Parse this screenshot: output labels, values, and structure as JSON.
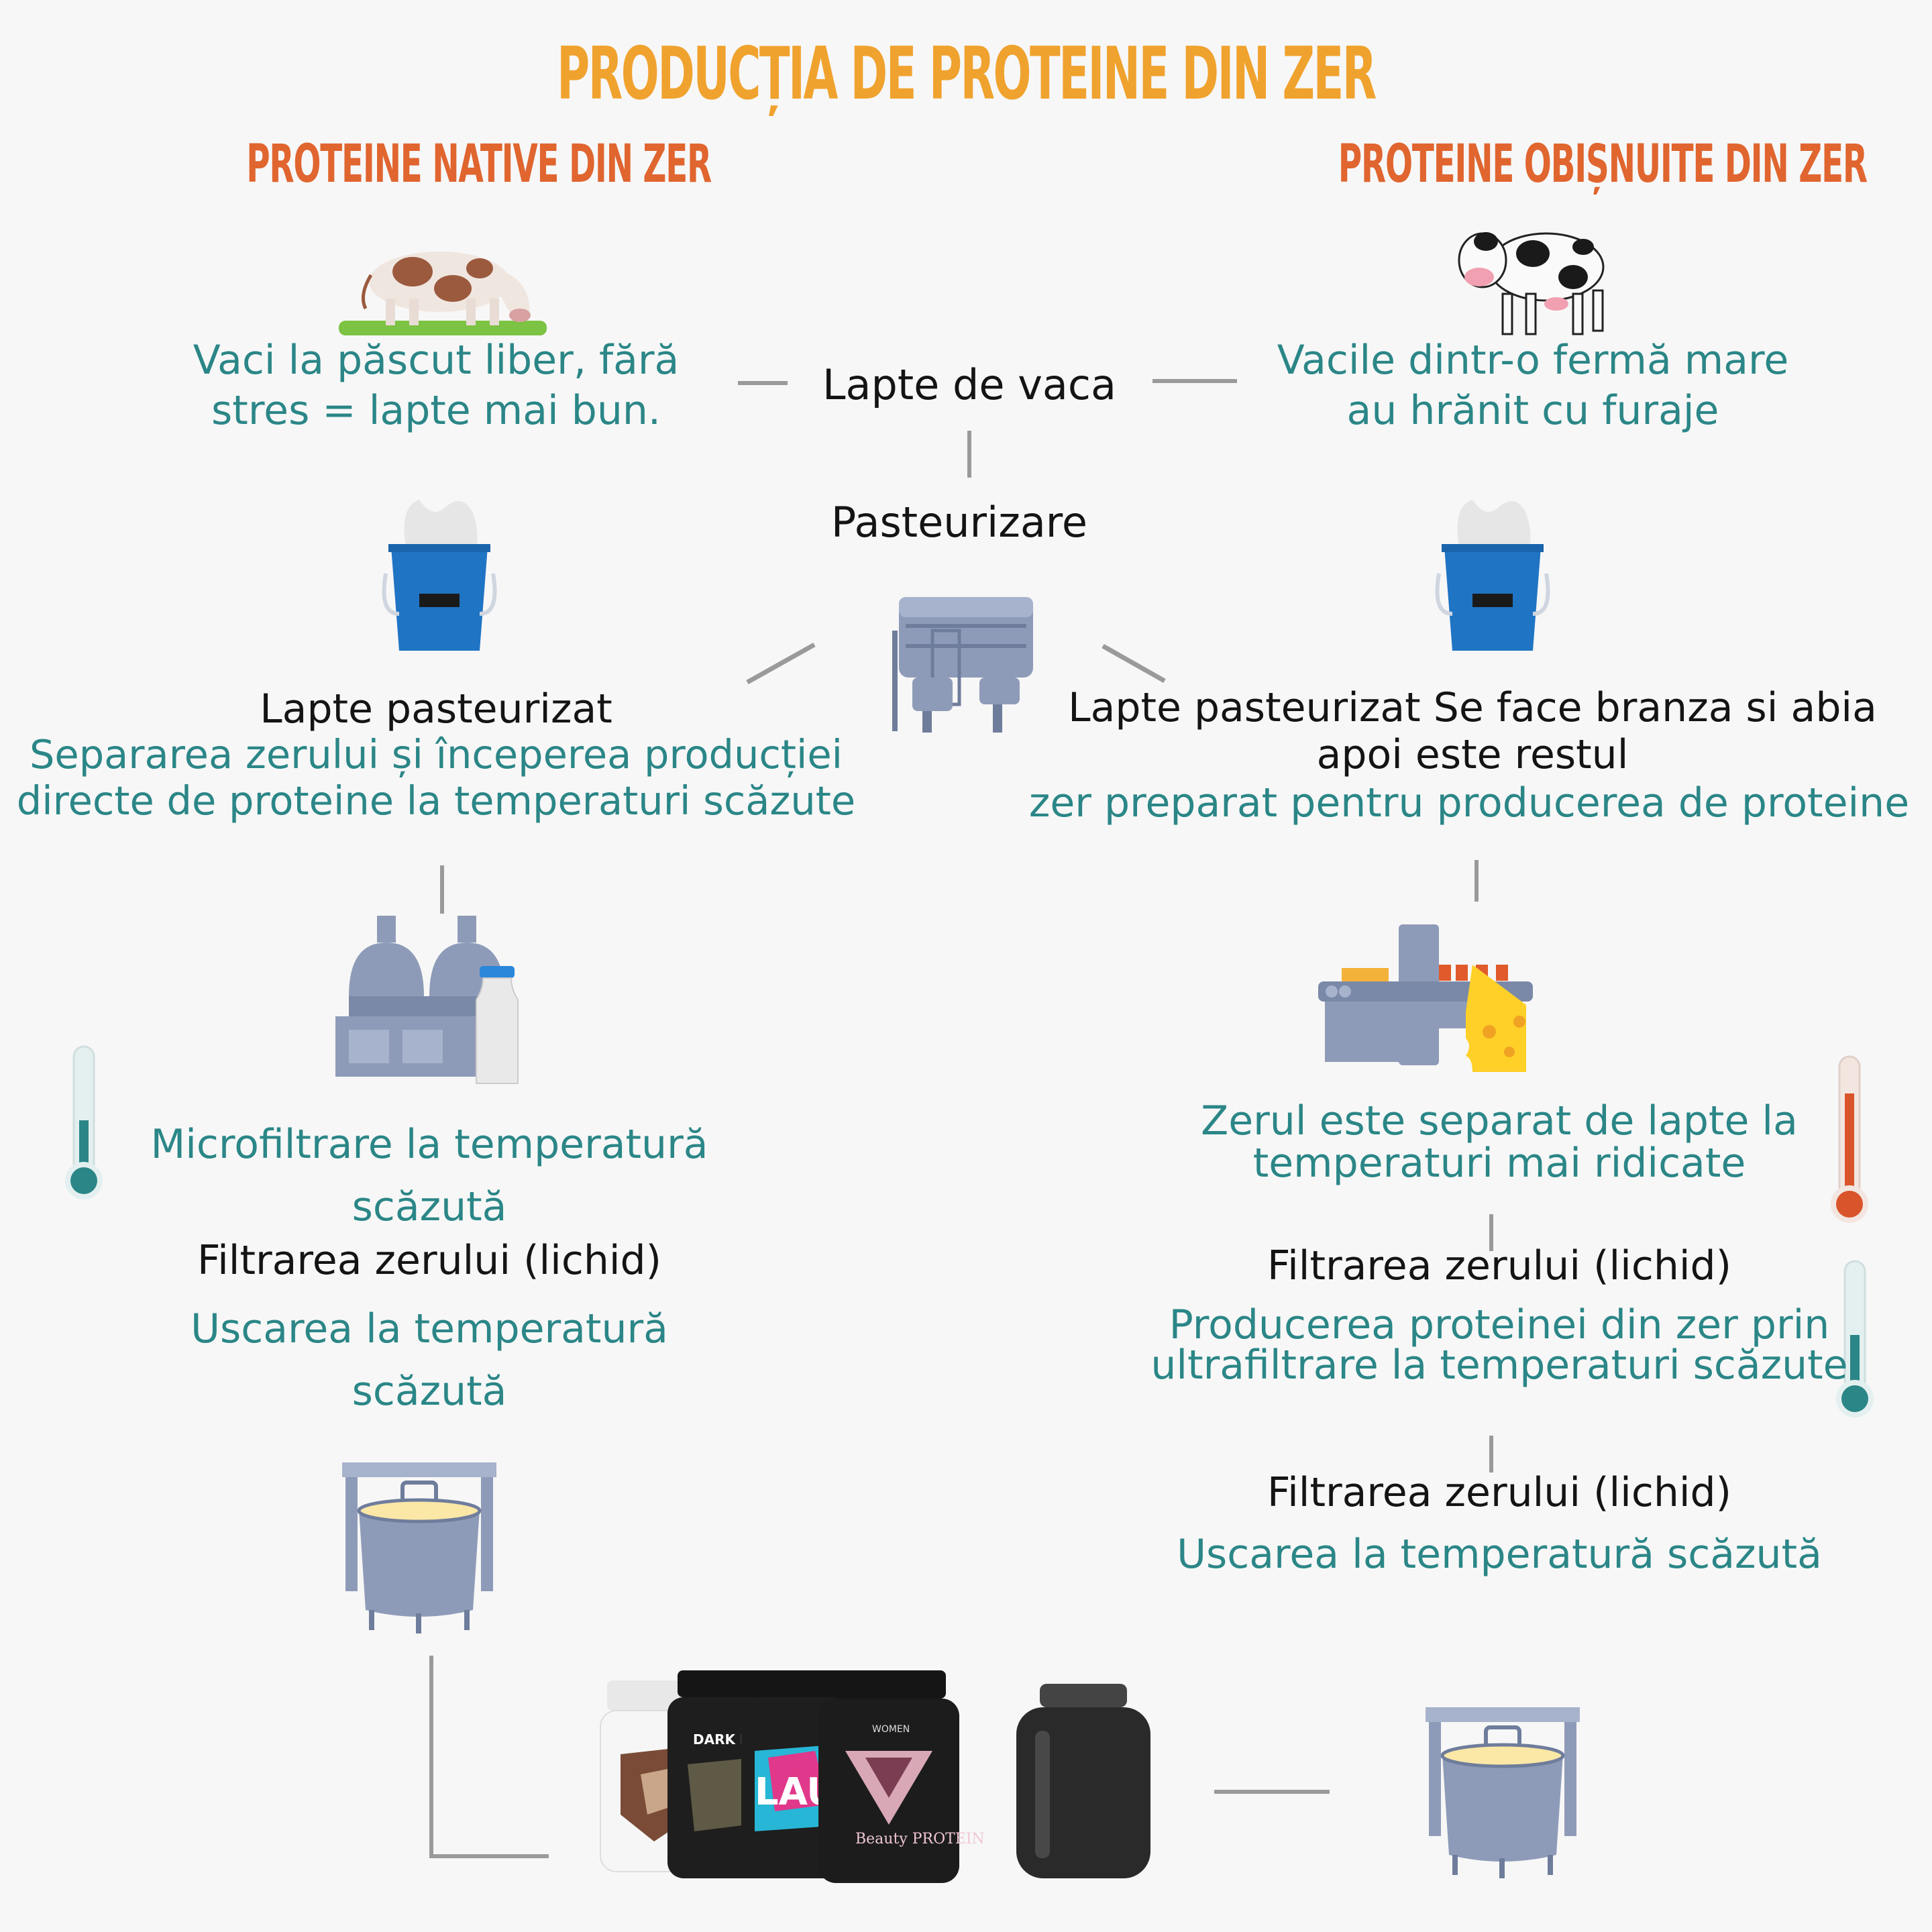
{
  "title": "PRODUCȚIA DE PROTEINE DIN ZER",
  "left": {
    "heading": "PROTEINE NATIVE DIN ZER",
    "cows_text": "Vaci la păscut liber, fără stres = lapte mai bun.",
    "milk_title": "Lapte pasteurizat",
    "milk_desc": "Separarea zerului și începerea producției directe de proteine la temperaturi scăzute",
    "microfiltration": "Microfiltrare la temperatură scăzută",
    "filtering": "Filtrarea zerului (lichid)",
    "drying": "Uscarea la temperatură scăzută"
  },
  "center": {
    "milk": "Lapte de vaca",
    "pasteurization": "Pasteurizare"
  },
  "right": {
    "heading": "PROTEINE OBIȘNUITE DIN ZER",
    "cows_text": "Vacile dintr-o fermă mare au hrănit cu furaje",
    "milk_title": "Lapte pasteurizat Se face branza si abia apoi este restul",
    "milk_desc": "zer preparat pentru producerea de proteine",
    "separation": "Zerul este separat de lapte la temperaturi mai ridicate",
    "filtering1": "Filtrarea zerului (lichid)",
    "ultrafiltration": "Producerea proteinei din zer prin ultrafiltrare la temperaturi scăzute",
    "filtering2": "Filtrarea zerului (lichid)",
    "drying": "Uscarea la temperatură scăzută"
  },
  "products": {
    "jar2_label": "DARK KN",
    "jar3_label": "LAU",
    "jar4_brand": "WOMEN",
    "jar4_label": "Beauty PROTEIN"
  },
  "colors": {
    "title": "#f0a22e",
    "heading": "#e0652f",
    "teal": "#2b8687",
    "line": "#9a9a9a",
    "bucket": "#1f74c4",
    "machine": "#8e9bb8"
  }
}
